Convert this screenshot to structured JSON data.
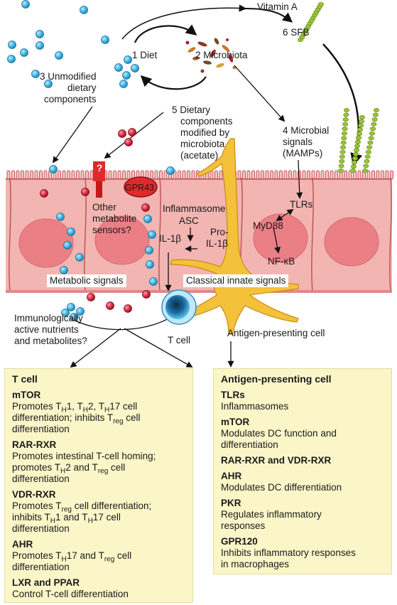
{
  "labels": {
    "vitamin_a": "Vitamin A",
    "diet": "1 Diet",
    "microbiota": "2 Microbiota",
    "unmodified": [
      "3 Unmodified",
      "dietary",
      "components"
    ],
    "modified": [
      "5 Dietary",
      "components",
      "modified by",
      "microbiota",
      "(acetate)"
    ],
    "sfb": "6 SFB",
    "microbial_signals": [
      "4 Microbial",
      "signals",
      "(MAMPs)"
    ],
    "receptor_question": "?",
    "gpr43": "GPR43",
    "other_sensors": [
      "Other",
      "metabolite",
      "sensors?"
    ],
    "inflammasome": "Inflammasome",
    "asc": "ASC",
    "pro_il1b": [
      "Pro-",
      "IL-1β"
    ],
    "il1b": "IL-1β",
    "tlrs": "TLRs",
    "myd88": "MyD88",
    "nfkb": "NF-κB",
    "metabolic_signals": "Metabolic signals",
    "innate_signals": "Classical innate signals",
    "nutrients": [
      "Immunologically",
      "active nutrients",
      "and metabolites?"
    ],
    "t_cell": "T cell",
    "apc": "Antigen-presenting cell"
  },
  "t_cell_panel": {
    "title": "T cell",
    "entries": [
      {
        "name": "mTOR",
        "lines": [
          "Promotes T<sub>H</sub>1, T<sub>H</sub>2, T<sub>H</sub>17 cell",
          "differentiation; inhibits T<sub>reg</sub> cell",
          "differentiation"
        ]
      },
      {
        "name": "RAR-RXR",
        "lines": [
          "Promotes intestinal T-cell homing;",
          "promotes T<sub>H</sub>2 and T<sub>reg</sub> cell",
          "differentiation"
        ]
      },
      {
        "name": "VDR-RXR",
        "lines": [
          "Promotes T<sub>reg</sub> cell differentiation;",
          "inhibits T<sub>H</sub>1 and T<sub>H</sub>17 cell",
          "differentiation"
        ]
      },
      {
        "name": "AHR",
        "lines": [
          "Promotes T<sub>H</sub>17 and T<sub>reg</sub> cell",
          "differentiation"
        ]
      },
      {
        "name": "LXR and PPAR",
        "lines": [
          "Control T-cell differentiation"
        ]
      }
    ]
  },
  "apc_panel": {
    "title": "Antigen-presenting cell",
    "entries": [
      {
        "name": "TLRs",
        "lines": [
          "Inflammasomes"
        ]
      },
      {
        "name": "mTOR",
        "lines": [
          "Modulates DC function and",
          "differentiation"
        ]
      },
      {
        "name": "RAR-RXR and VDR-RXR",
        "lines": []
      },
      {
        "name": "AHR",
        "lines": [
          "Modulates DC differentiation"
        ]
      },
      {
        "name": "PKR",
        "lines": [
          "Regulates inflammatory",
          "responses"
        ]
      },
      {
        "name": "GPR120",
        "lines": [
          "Inhibits inflammatory responses",
          "in macrophages"
        ]
      }
    ]
  },
  "colors": {
    "cell_fill": "#f2b5b1",
    "cell_stroke": "#c1555a",
    "nucleus": "#eb7f86",
    "blue_dot": "#3bb3e0",
    "red_dot": "#d8263b",
    "sfb": "#9dc43a",
    "apc": "#f4c13a",
    "panel": "#fbf6c8",
    "receptor": "#e02a2a"
  }
}
